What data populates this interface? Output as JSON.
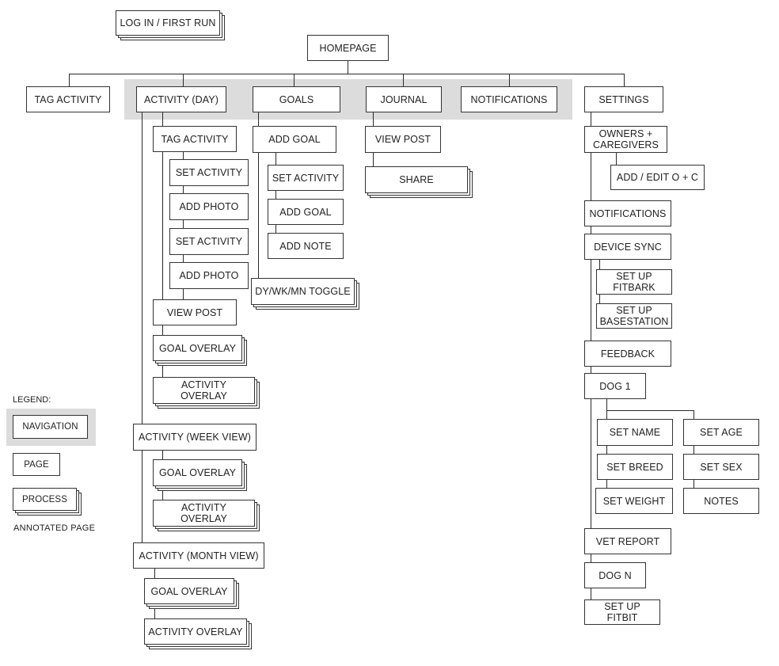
{
  "nodes": {
    "login": "LOG IN / FIRST RUN",
    "homepage": "HOMEPAGE",
    "tag_activity_top": "TAG ACTIVITY",
    "activity_day": "ACTIVITY (DAY)",
    "goals": "GOALS",
    "journal": "JOURNAL",
    "notifications": "NOTIFICATIONS",
    "settings": "SETTINGS",
    "day_tag_activity": "TAG ACTIVITY",
    "day_set_activity_1": "SET ACTIVITY",
    "day_add_photo_1": "ADD PHOTO",
    "day_set_activity_2": "SET ACTIVITY",
    "day_add_photo_2": "ADD PHOTO",
    "day_view_post": "VIEW POST",
    "day_goal_overlay": "GOAL OVERLAY",
    "day_activity_overlay": "ACTIVITY OVERLAY",
    "week_view": "ACTIVITY (WEEK VIEW)",
    "week_goal_overlay": "GOAL OVERLAY",
    "week_activity_overlay": "ACTIVITY OVERLAY",
    "month_view": "ACTIVITY (MONTH VIEW)",
    "month_goal_overlay": "GOAL OVERLAY",
    "month_activity_overlay": "ACTIVITY OVERLAY",
    "goals_add_goal": "ADD GOAL",
    "goals_set_activity": "SET ACTIVITY",
    "goals_add_goal_2": "ADD GOAL",
    "goals_add_note": "ADD NOTE",
    "goals_toggle": "DY/WK/MN TOGGLE",
    "journal_view_post": "VIEW POST",
    "journal_share": "SHARE",
    "owners": "OWNERS +\nCAREGIVERS",
    "add_edit_oc": "ADD / EDIT O + C",
    "settings_notifications": "NOTIFICATIONS",
    "device_sync": "DEVICE SYNC",
    "setup_fitbark": "SET UP\nFITBARK",
    "setup_basestation": "SET UP\nBASESTATION",
    "feedback": "FEEDBACK",
    "dog1": "DOG 1",
    "set_name": "SET NAME",
    "set_breed": "SET BREED",
    "set_weight": "SET WEIGHT",
    "set_age": "SET AGE",
    "set_sex": "SET SEX",
    "notes": "NOTES",
    "vet_report": "VET REPORT",
    "dog_n": "DOG N",
    "setup_fitbit": "SET UP\nFITBIT"
  },
  "legend": {
    "title": "LEGEND:",
    "navigation": "NAVIGATION",
    "page": "PAGE",
    "process": "PROCESS",
    "annotated": "ANNOTATED PAGE"
  },
  "colors": {
    "navigation_band": "#dcdcdc",
    "line": "#2a2a2a"
  }
}
